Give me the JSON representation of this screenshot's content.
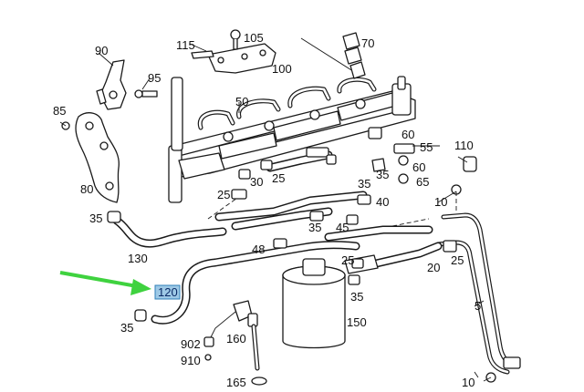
{
  "diagram": {
    "callouts": {
      "c90": "90",
      "c115": "115",
      "c105": "105",
      "c70": "70",
      "c100": "100",
      "c95": "95",
      "c50": "50",
      "c85": "85",
      "c60a": "60",
      "c55": "55",
      "c110": "110",
      "c25a": "25",
      "c30": "30",
      "c35a": "35",
      "c60b": "60",
      "c65": "65",
      "c80": "80",
      "c25b": "25",
      "c35b": "35",
      "c40": "40",
      "c10a": "10",
      "c35c": "35",
      "c35d": "35",
      "c45": "45",
      "c48": "48",
      "c130": "130",
      "c25c": "25",
      "c20": "20",
      "c25d": "25",
      "c120": "120",
      "c35e": "35",
      "c5": "5",
      "c35f": "35",
      "c150": "150",
      "c902": "902",
      "c160": "160",
      "c910": "910",
      "c165": "165",
      "c10b": "10"
    },
    "highlighted_part": "120",
    "highlight_color": "#9ec9e6",
    "arrow_color": "#3fd23f"
  }
}
